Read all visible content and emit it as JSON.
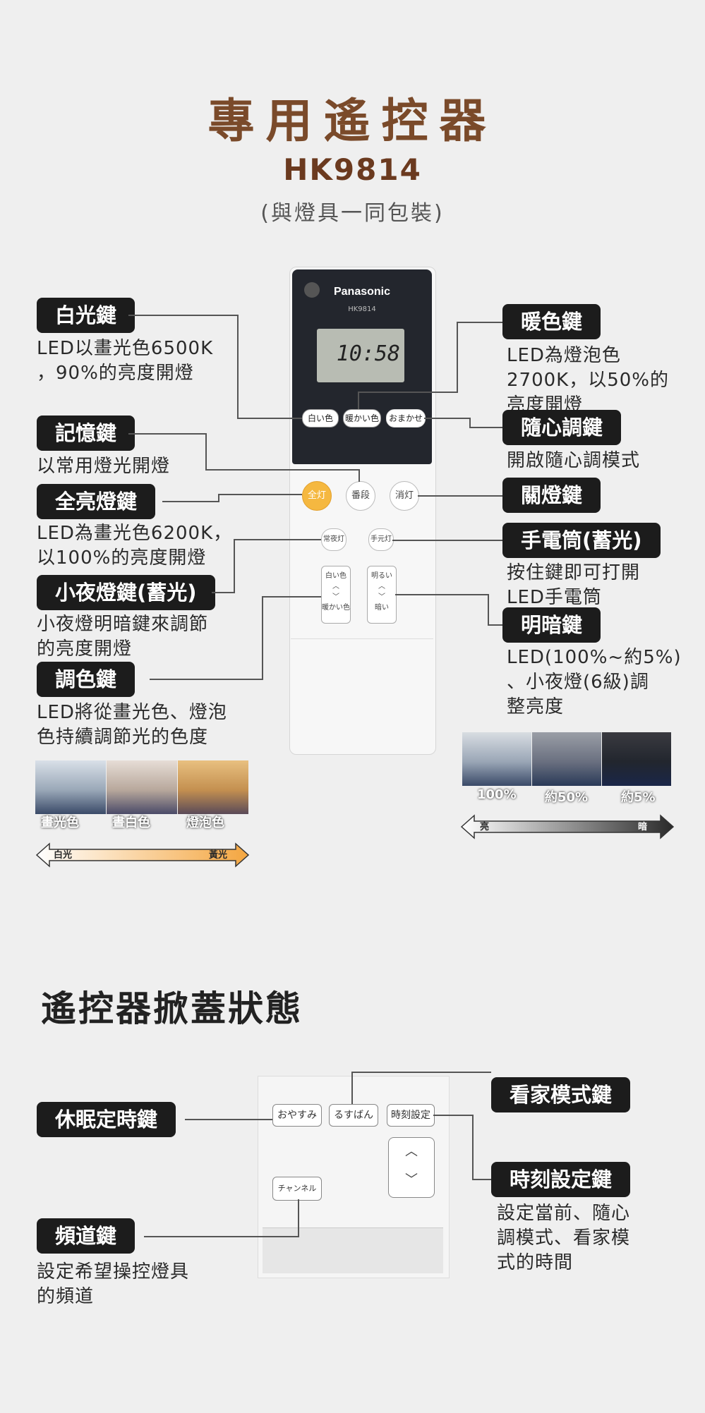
{
  "heading": {
    "title": "專用遙控器",
    "model": "HK9814",
    "subtitle": "(與燈具一同包裝)"
  },
  "remote": {
    "brand": "Panasonic",
    "model": "HK9814",
    "display_time": "10:58",
    "buttons": {
      "white": "白い色",
      "warm": "暖かい色",
      "omakase": "おまかせ",
      "full": "全灯",
      "memory": "番段",
      "off": "消灯",
      "night": "常夜灯",
      "flashlight": "手元灯",
      "color_up": "白い色",
      "color_down": "暖かい色",
      "bright_up": "明るい",
      "bright_down": "暗い"
    }
  },
  "left_callouts": [
    {
      "label": "白光鍵",
      "desc": "LED以畫光色6500K\n，90%的亮度開燈"
    },
    {
      "label": "記憶鍵",
      "desc": "以常用燈光開燈"
    },
    {
      "label": "全亮燈鍵",
      "desc": "LED為畫光色6200K，\n以100%的亮度開燈"
    },
    {
      "label": "小夜燈鍵(蓄光)",
      "desc": "小夜燈明暗鍵來調節\n的亮度開燈"
    },
    {
      "label": "調色鍵",
      "desc": "LED將從畫光色、燈泡\n色持續調節光的色度"
    }
  ],
  "right_callouts": [
    {
      "label": "暖色鍵",
      "desc": "LED為燈泡色\n2700K，以50%的\n亮度開燈"
    },
    {
      "label": "隨心調鍵",
      "desc": "開啟隨心調模式"
    },
    {
      "label": "關燈鍵",
      "desc": ""
    },
    {
      "label": "手電筒(蓄光)",
      "desc": "按住鍵即可打開\nLED手電筒"
    },
    {
      "label": "明暗鍵",
      "desc": "LED(100%~約5%)\n、小夜燈(6級)調\n整亮度"
    }
  ],
  "color_photos": {
    "labels": [
      "畫光色",
      "晝白色",
      "燈泡色"
    ],
    "arrow_left": "白光",
    "arrow_right": "黃光"
  },
  "bright_photos": {
    "labels": [
      "100%",
      "約50%",
      "約5%"
    ],
    "arrow_left": "亮",
    "arrow_right": "暗"
  },
  "cover_section": {
    "title": "遙控器掀蓋狀態",
    "buttons": {
      "sleep": "おやすみ",
      "away": "るすばん",
      "time_set": "時刻設定",
      "channel": "チャンネル"
    },
    "callouts": {
      "sleep_label": "休眠定時鍵",
      "away_label": "看家模式鍵",
      "time_label": "時刻設定鍵",
      "time_desc": "設定當前、隨心\n調模式、看家模\n式的時間",
      "channel_label": "頻道鍵",
      "channel_desc": "設定希望操控燈具\n的頻道"
    }
  },
  "colors": {
    "title_brown": "#7a4a2a",
    "label_bg": "#1c1c1c",
    "full_button": "#f5b840",
    "remote_top": "#23262d"
  }
}
